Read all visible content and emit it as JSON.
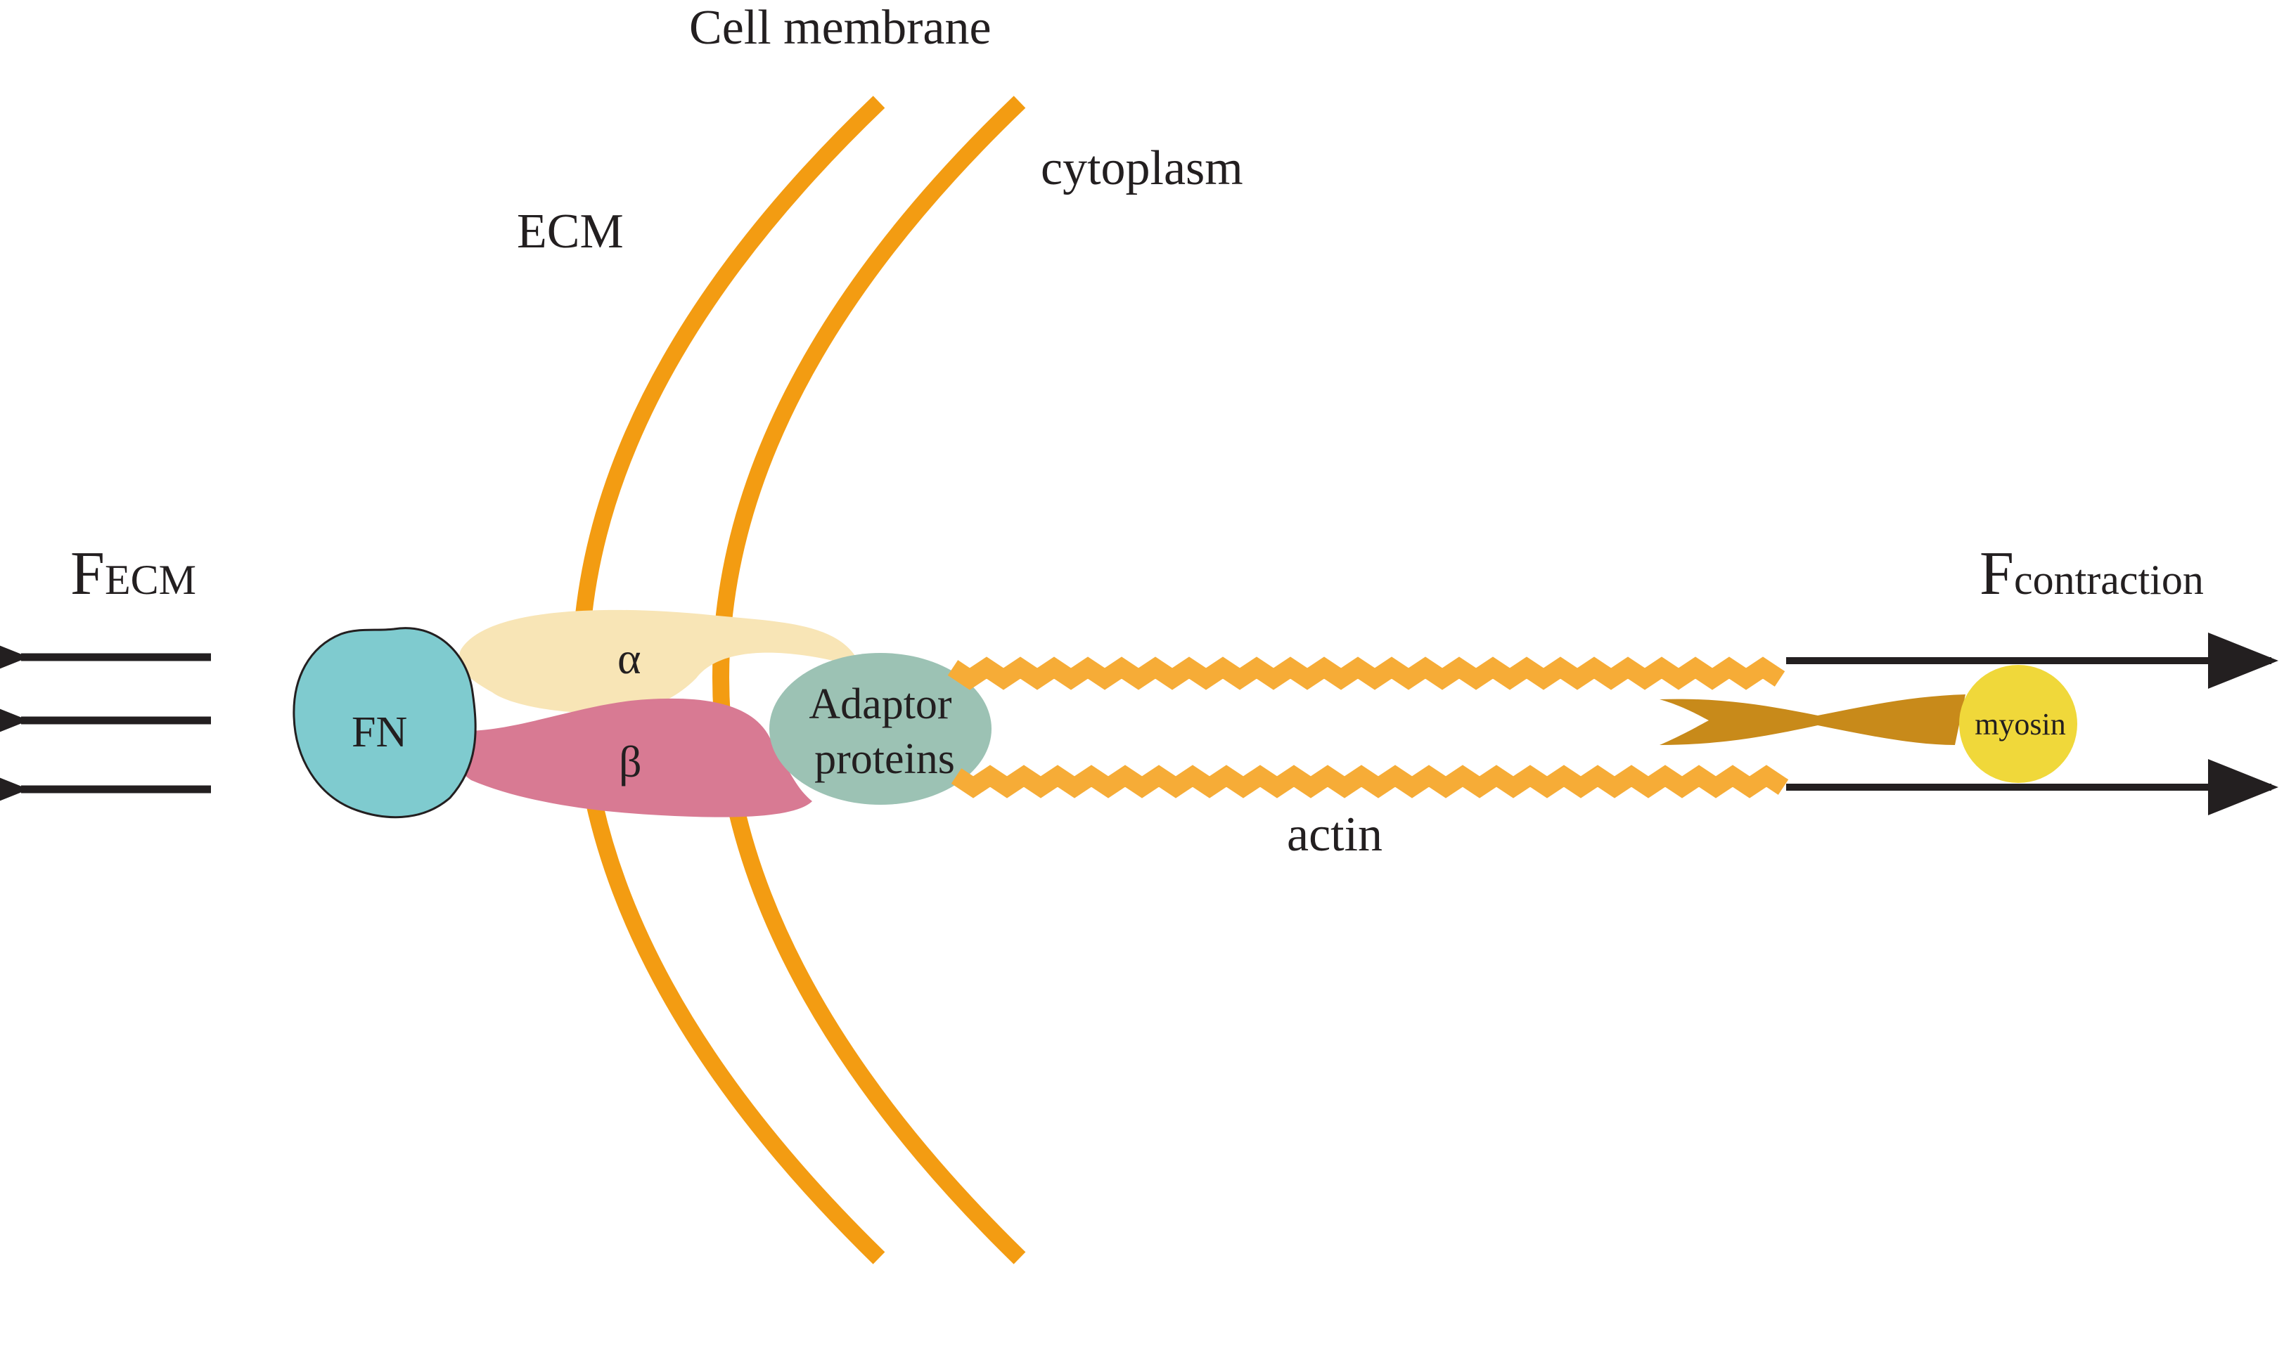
{
  "labels": {
    "membrane": "Cell membrane",
    "ecm": "ECM",
    "cytoplasm": "cytoplasm",
    "force_ecm_main": "F",
    "force_ecm_sub": "ECM",
    "force_contraction_main": "F",
    "force_contraction_sub": "contraction",
    "fn": "FN",
    "alpha": "α",
    "beta": "β",
    "adaptor_line1": "Adaptor",
    "adaptor_line2": "proteins",
    "actin": "actin",
    "myosin": "myosin"
  },
  "colors": {
    "membrane": "#f39c12",
    "fn": "#7fcbcf",
    "alpha": "#f8e5b6",
    "beta": "#d87a93",
    "adaptor": "#9cc2b4",
    "actin": "#f6ac37",
    "myosin_head": "#f0d83a",
    "myosin_filament": "#c88a1a",
    "arrow": "#231f20"
  }
}
